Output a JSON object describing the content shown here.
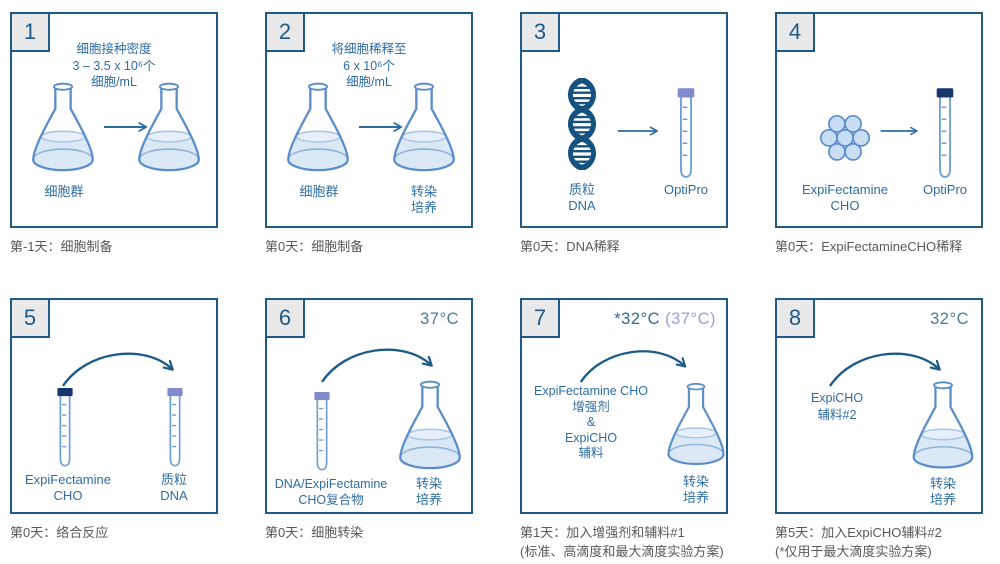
{
  "colors": {
    "box_border": "#1e5b8a",
    "badge_bg": "#e9e9ea",
    "label_blue": "#2e6da4",
    "caption_gray": "#58595b",
    "dna_navy": "#15527f",
    "tube_outline": "#6f9fd8",
    "cap_lavender": "#8289cc",
    "cap_navy": "#17366e",
    "flask_outline": "#5b8ec9",
    "flask_liquid": "#dbe9f7",
    "arc_arrow": "#1d5c88",
    "straight_arrow": "#2e6da4",
    "temp_blue": "#35699e",
    "temp_alt_purple": "#9ba0d2"
  },
  "steps": [
    {
      "number": "1",
      "icons": [
        "flask-icon",
        "arrow-icon",
        "flask-icon"
      ],
      "info": [
        "细胞接种密度",
        "3 – 3.5 x 10⁶个",
        "细胞/mL"
      ],
      "left_label": [
        "细胞群"
      ],
      "caption": [
        "第-1天：细胞制备"
      ]
    },
    {
      "number": "2",
      "icons": [
        "flask-icon",
        "arrow-icon",
        "flask-icon"
      ],
      "info": [
        "将细胞稀释至",
        "6 x 10⁶个",
        "细胞/mL"
      ],
      "left_label": [
        "细胞群"
      ],
      "right_label": [
        "转染",
        "培养"
      ],
      "caption": [
        "第0天：细胞制备"
      ]
    },
    {
      "number": "3",
      "icons": [
        "dna-icon",
        "arrow-icon",
        "tube-icon"
      ],
      "left_label": [
        "质粒",
        "DNA"
      ],
      "right_label": [
        "OptiPro"
      ],
      "caption": [
        "第0天：DNA稀释"
      ]
    },
    {
      "number": "4",
      "icons": [
        "cells-icon",
        "arrow-icon",
        "tube-icon"
      ],
      "left_label": [
        "ExpiFectamine",
        "CHO"
      ],
      "right_label": [
        "OptiPro"
      ],
      "caption": [
        "第0天：ExpiFectamineCHO稀释"
      ]
    },
    {
      "number": "5",
      "icons": [
        "tube-icon",
        "arc-arrow-icon",
        "tube-icon"
      ],
      "left_label": [
        "ExpiFectamine",
        "CHO"
      ],
      "right_label": [
        "质粒",
        "DNA"
      ],
      "caption": [
        "第0天：络合反应"
      ]
    },
    {
      "number": "6",
      "temp_main": "37°C",
      "icons": [
        "tube-icon",
        "arc-arrow-icon",
        "flask-icon"
      ],
      "left_label": [
        "DNA/ExpiFectamine",
        "CHO复合物"
      ],
      "right_label": [
        "转染",
        "培养"
      ],
      "caption": [
        "第0天：细胞转染"
      ]
    },
    {
      "number": "7",
      "temp_main": "*32°C",
      "temp_alt": "(37°C)",
      "icons": [
        "arc-arrow-icon",
        "flask-icon"
      ],
      "info": [
        "ExpiFectamine CHO",
        "增强剂",
        "&",
        "ExpiCHO",
        "辅料"
      ],
      "right_label": [
        "转染",
        "培养"
      ],
      "caption": [
        "第1天：加入增强剂和辅料#1",
        "(标准、高滴度和最大滴度实验方案)"
      ]
    },
    {
      "number": "8",
      "temp_main": "32°C",
      "icons": [
        "arc-arrow-icon",
        "flask-icon"
      ],
      "info": [
        "ExpiCHO",
        "辅料#2"
      ],
      "right_label": [
        "转染",
        "培养"
      ],
      "caption": [
        "第5天：加入ExpiCHO辅料#2",
        "(*仅用于最大滴度实验方案)"
      ]
    }
  ]
}
